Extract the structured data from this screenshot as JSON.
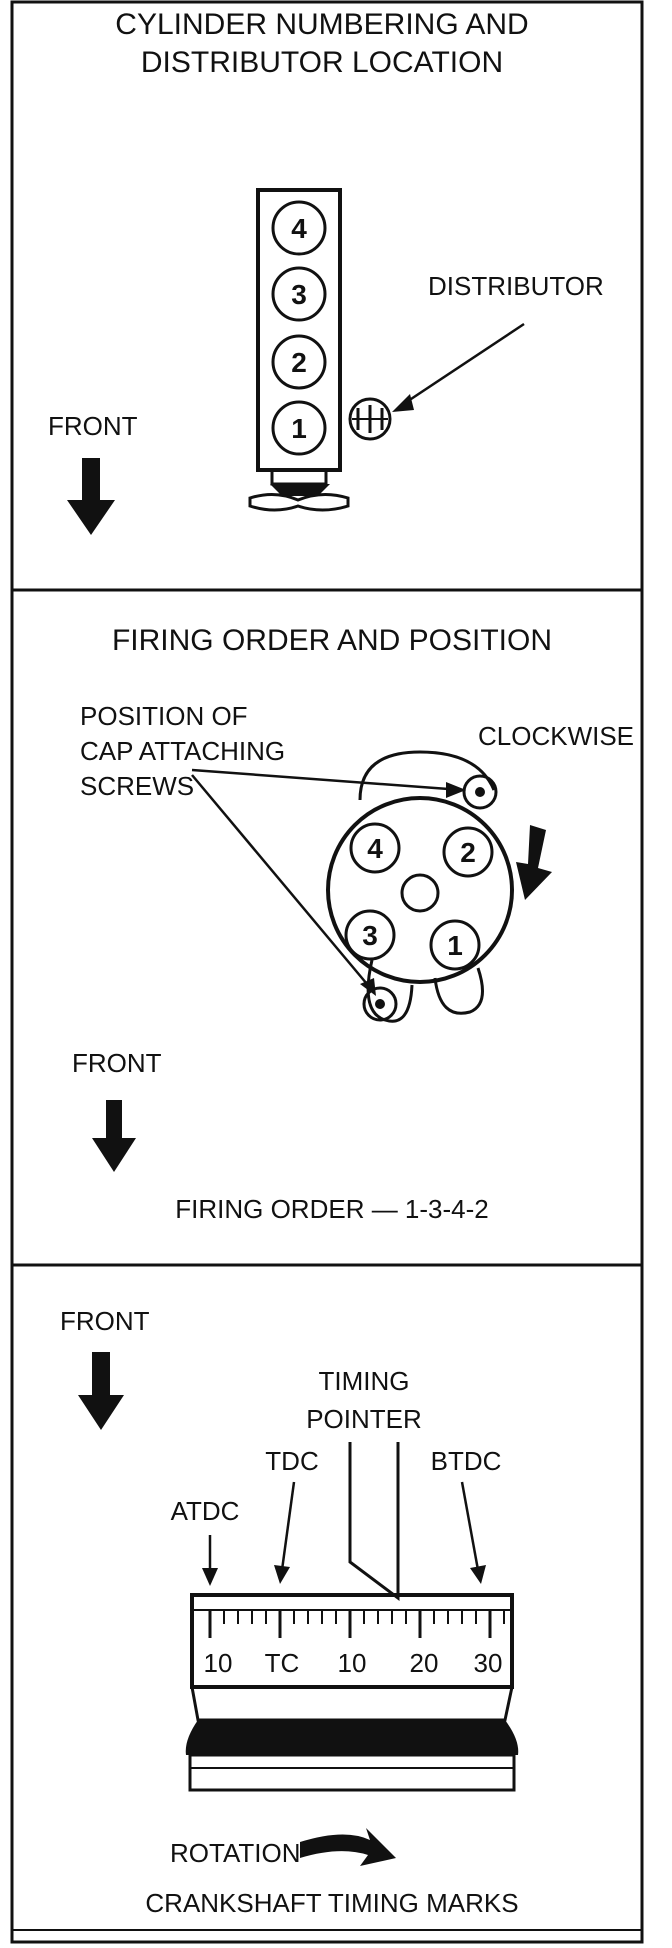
{
  "panel1": {
    "title_line1": "CYLINDER NUMBERING AND",
    "title_line2": "DISTRIBUTOR LOCATION",
    "distributor_label": "DISTRIBUTOR",
    "front_label": "FRONT",
    "cylinders": [
      "4",
      "3",
      "2",
      "1"
    ]
  },
  "panel2": {
    "title": "FIRING ORDER AND POSITION",
    "screws_label_line1": "POSITION OF",
    "screws_label_line2": "CAP ATTACHING",
    "screws_label_line3": "SCREWS",
    "clockwise_label": "CLOCKWISE",
    "front_label": "FRONT",
    "firing_order_label": "FIRING ORDER — 1-3-4-2",
    "terminals": [
      "4",
      "2",
      "3",
      "1"
    ]
  },
  "panel3": {
    "front_label": "FRONT",
    "timing_pointer_line1": "TIMING",
    "timing_pointer_line2": "POINTER",
    "atdc_label": "ATDC",
    "tdc_label": "TDC",
    "btdc_label": "BTDC",
    "scale_labels": [
      "10",
      "TC",
      "10",
      "20",
      "30"
    ],
    "rotation_label": "ROTATION",
    "caption": "CRANKSHAFT TIMING MARKS"
  },
  "colors": {
    "ink": "#111111",
    "paper": "#ffffff"
  }
}
